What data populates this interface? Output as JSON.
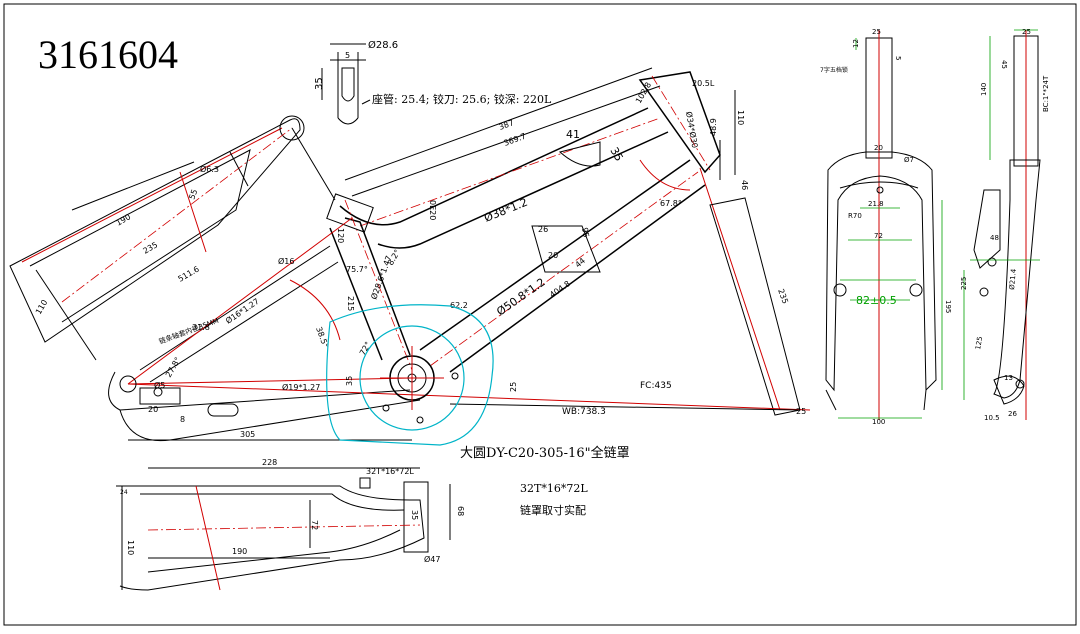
{
  "drawing": {
    "number": "3161604",
    "colors": {
      "outline": "#000000",
      "centerline": "#d10000",
      "dimension": "#00a000",
      "chainguard": "#00b4c8"
    }
  },
  "seat_clamp": {
    "diameter": "Ø28.6",
    "slot_width": "5",
    "slot_height": "35",
    "spec": "座管: 25.4; 铰刀: 25.6; 铰深: 220L"
  },
  "frame_dims": {
    "top_len": "387",
    "top_len2": "369.7",
    "head_len": "102.8",
    "head_w": "20.5L",
    "head_h": "110",
    "head_od": "Ø34*Ø30",
    "head_d2": "48.9",
    "head_d3": "46",
    "gusset_41": "41",
    "gusset_35": "35",
    "top_tube": "Ø38*1.2",
    "down_tube": "Ø50.8*1.2",
    "down_len": "404.8",
    "angle_head": "67.8°",
    "angle_seat": "75.7°",
    "angle_seat2": "8.2°",
    "gusset_26": "26",
    "gusset_95": "95",
    "gusset_20": "20",
    "gusset_44": "44",
    "seat_tube": "Ø28.6*1.47",
    "seat_offset": "0E20",
    "seat_offset2": "120",
    "bb_drop": "215",
    "bb_angle": "38.5°",
    "seatstay_dia": "Ø16",
    "seatstay": "Ø16*1.27",
    "chainstay": "Ø19*1.27",
    "chainstay_note": "链条轴套内径35MM",
    "chainstay_len": "31.8",
    "rear_angle": "27.8°",
    "fork_len": "235",
    "fork_off": "25",
    "fc": "FC:435",
    "wb": "WB:738.3",
    "bb_width": "62.2",
    "bb_h": "35",
    "bb_62": "72°",
    "bb_vert": "25",
    "dropout_dia": "Ø5",
    "dropout_20": "20",
    "dropout_8": "8",
    "rack_d": "Ø6.3",
    "rack_len1": "190",
    "rack_len2": "235",
    "rack_len3": "511.6",
    "rack_h": "110",
    "rack_w": "55",
    "cs_len": "305"
  },
  "chainguard": {
    "title": "大圆DY-C20-305-16\"全链罩",
    "gear": "32T*16*72L",
    "gear2": "32T*16*72L",
    "fit_note": "链罩取寸实配",
    "len_228": "228",
    "len_190": "190",
    "h_110": "110",
    "h_72": "72",
    "h_68": "68",
    "h_35": "35",
    "dia_47": "Ø47",
    "tab_24": "24"
  },
  "fork": {
    "note": "7字五档锁",
    "steer_w": "25",
    "steer_t": "5",
    "steer_h": "12",
    "crown_w": "20",
    "crown_dia": "Ø7",
    "crown_21": "21.8",
    "crown_r": "R70",
    "leg_72": "72",
    "axle": "82±0.5",
    "height_195": "195",
    "base_100": "100",
    "side_top": "25",
    "side_45": "45",
    "side_140": "140",
    "side_bc": "BC:1\"*24T",
    "side_225": "225",
    "side_125": "125",
    "side_tube": "Ø21.4",
    "side_dropout": "10.5",
    "side_26": "26",
    "side_13": "13",
    "side_48": "48"
  }
}
